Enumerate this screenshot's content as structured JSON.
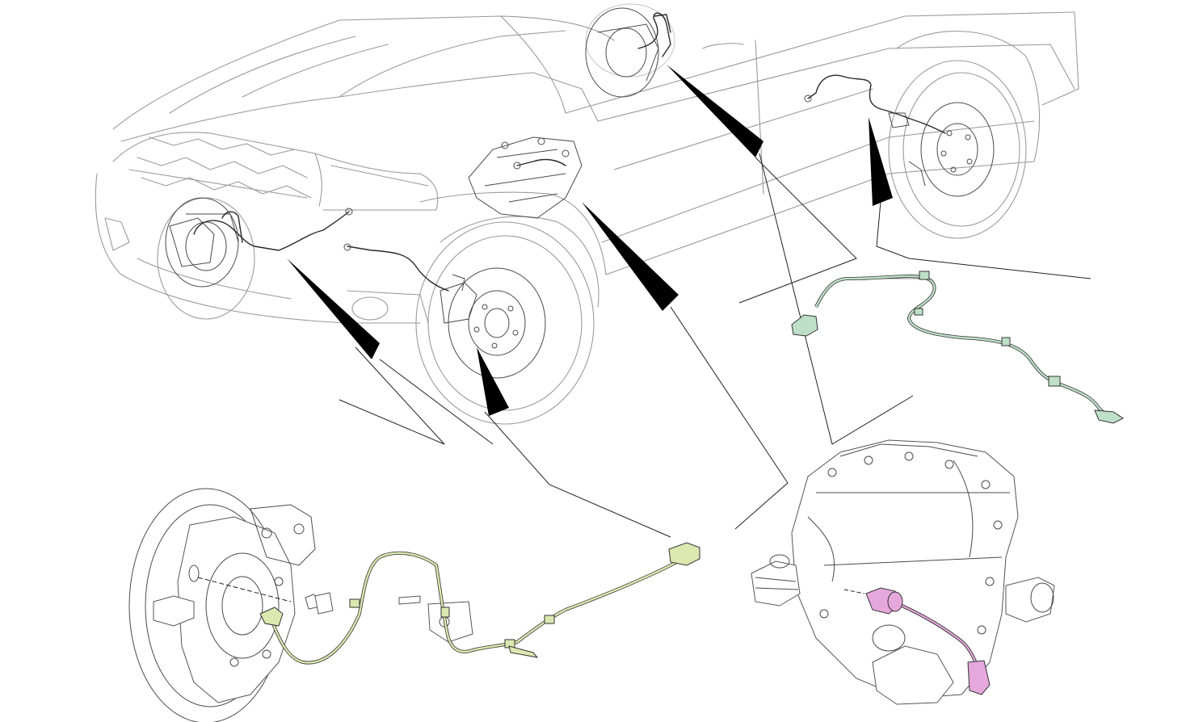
{
  "diagram": {
    "kind": "exploded-parts-illustration",
    "callouts": [
      {
        "id": "front-left-wheel-sensor",
        "detail": "front-wheel-speed-sensor",
        "color": "#dbe8b0"
      },
      {
        "id": "front-right-wheel-sensor",
        "detail": "front-wheel-speed-sensor",
        "color": "#dbe8b0"
      },
      {
        "id": "transfer-case-sensor",
        "detail": "transfer-case-speed-sensor",
        "color": "#e6a8dc"
      },
      {
        "id": "rear-left-wheel-sensor",
        "detail": "rear-wheel-speed-sensor",
        "color": "#bfe0c8"
      },
      {
        "id": "rear-right-wheel-sensor",
        "detail": "rear-wheel-speed-sensor",
        "color": "#bfe0c8"
      }
    ],
    "colors": {
      "vehicle_outline": "#9a9a9a",
      "harness": "#2a2a2a",
      "leader": "#222222",
      "wedge": "#000000",
      "front_sensor": "#dbe8b0",
      "transfer_sensor": "#e6a8dc",
      "rear_sensor": "#bfe0c8"
    }
  }
}
